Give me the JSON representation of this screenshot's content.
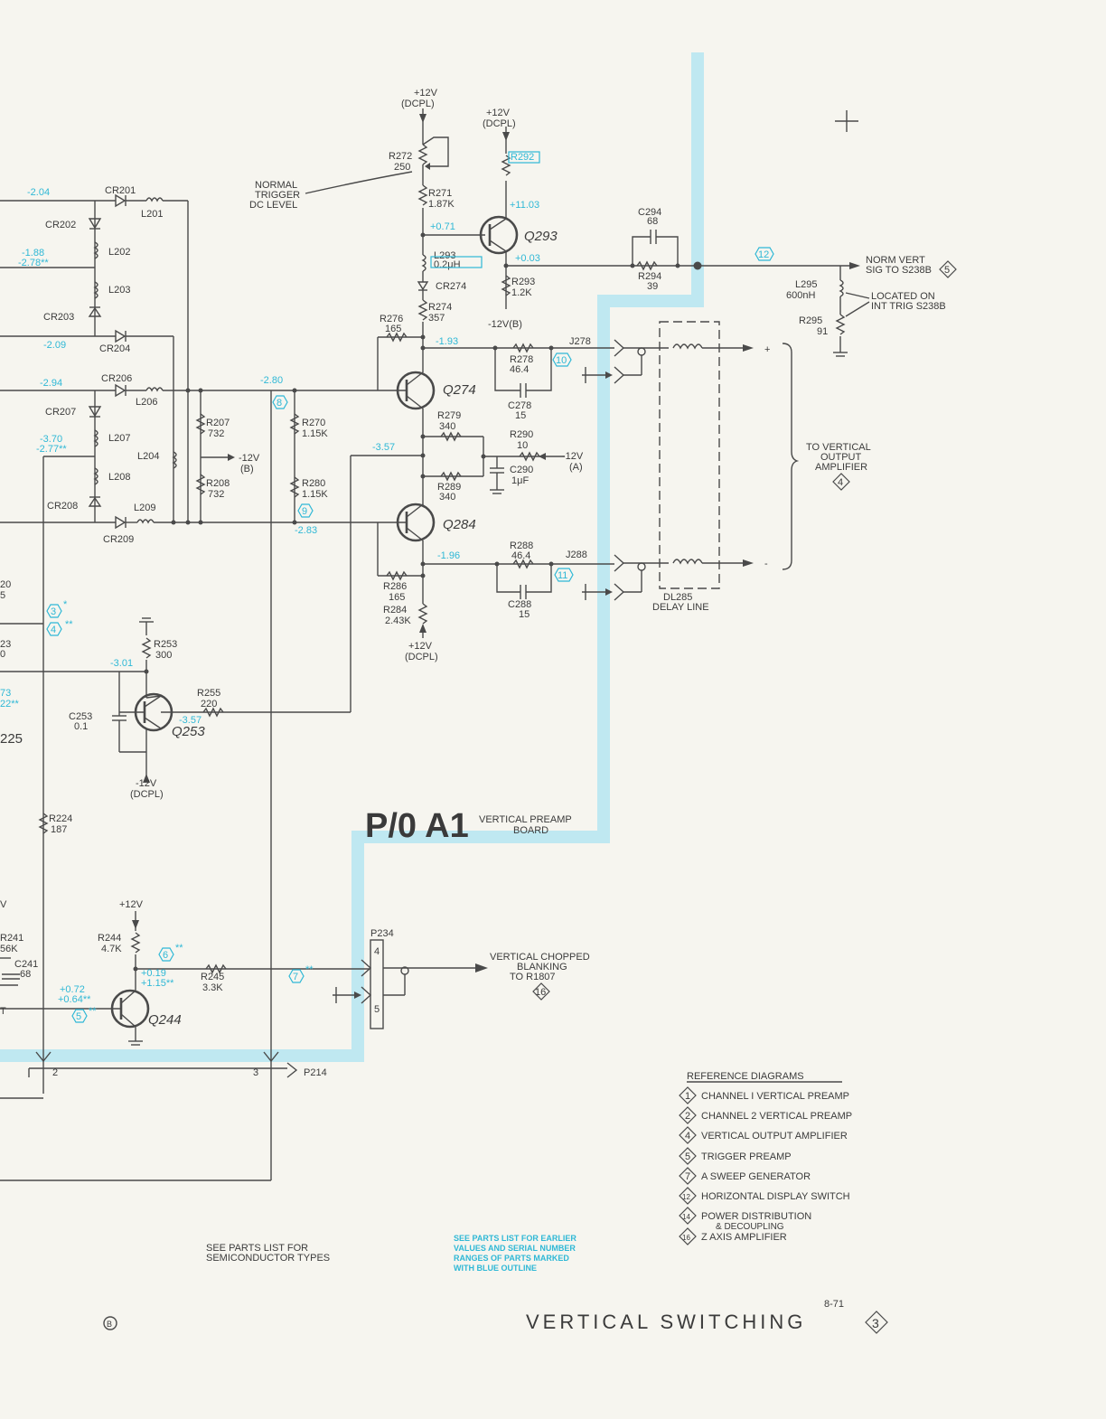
{
  "title": {
    "main": "VERTICAL  SWITCHING",
    "diagram_no": "3",
    "date": "8-71"
  },
  "board": {
    "tag": "P/0 A1",
    "name_line1": "VERTICAL  PREAMP",
    "name_line2": "BOARD"
  },
  "supplies": {
    "top_r272": [
      "+12V",
      "(DCPL)"
    ],
    "top_r292": [
      "+12V",
      "(DCPL)"
    ],
    "q293_emitter": "-12V(B)",
    "r207": [
      "-12V",
      "(B)"
    ],
    "r290": [
      "-12V",
      "(A)"
    ],
    "r284": [
      "+12V",
      "(DCPL)"
    ],
    "q253": [
      "-12V",
      "(DCPL)"
    ],
    "r244": "+12V"
  },
  "labels": {
    "normal_trigger": [
      "NORMAL",
      "TRIGGER",
      "DC LEVEL"
    ],
    "norm_vert": [
      "NORM  VERT",
      "SIG TO S238B"
    ],
    "located_on": [
      "LOCATED  ON",
      "INT  TRIG  S238B"
    ],
    "to_vert_out": [
      "TO  VERTICAL",
      "OUTPUT",
      "AMPLIFIER"
    ],
    "delay_line": [
      "DL285",
      "DELAY  LINE"
    ],
    "chopped": [
      "VERTICAL  CHOPPED",
      "BLANKING",
      "TO  R1807"
    ],
    "see_parts": [
      "SEE  PARTS  LIST  FOR",
      "SEMICONDUCTOR  TYPES"
    ],
    "blue_note": [
      "SEE PARTS LIST FOR EARLIER",
      "VALUES AND SERIAL NUMBER",
      "RANGES OF PARTS MARKED",
      "WITH BLUE OUTLINE"
    ],
    "page_mark": "B"
  },
  "components": {
    "cr201": "CR201",
    "l201": "L201",
    "cr202": "CR202",
    "l202": "L202",
    "l203": "L203",
    "cr203": "CR203",
    "cr204": "CR204",
    "cr206": "CR206",
    "l206": "L206",
    "cr207": "CR207",
    "l207": "L207",
    "l204": "L204",
    "l208": "L208",
    "cr208": "CR208",
    "l209": "L209",
    "cr209": "CR209",
    "r207": [
      "R207",
      "732"
    ],
    "r208": [
      "R208",
      "732"
    ],
    "r270": [
      "R270",
      "1.15K"
    ],
    "r280": [
      "R280",
      "1.15K"
    ],
    "r272": [
      "R272",
      "250"
    ],
    "r271": [
      "R271",
      "1.87K"
    ],
    "l293": [
      "L293",
      "0.2μH"
    ],
    "cr274": "CR274",
    "r274": [
      "R274",
      "357"
    ],
    "r276": [
      "R276",
      "165"
    ],
    "r292": "R292",
    "q293": "Q293",
    "r293": [
      "R293",
      "1.2K"
    ],
    "c294": [
      "C294",
      "68"
    ],
    "r294": [
      "R294",
      "39"
    ],
    "l295": [
      "L295",
      "600nH"
    ],
    "r295": [
      "R295",
      "91"
    ],
    "q274": "Q274",
    "r278": [
      "R278",
      "46.4"
    ],
    "j278": "J278",
    "c278": [
      "C278",
      "15"
    ],
    "r279": [
      "R279",
      "340"
    ],
    "r290": [
      "R290",
      "10"
    ],
    "c290": [
      "C290",
      "1μF"
    ],
    "r289": [
      "R289",
      "340"
    ],
    "q284": "Q284",
    "r288": [
      "R288",
      "46.4"
    ],
    "j288": "J288",
    "c288": [
      "C288",
      "15"
    ],
    "r286": [
      "R286",
      "165"
    ],
    "r284": [
      "R284",
      "2.43K"
    ],
    "r253": [
      "R253",
      "300"
    ],
    "r255": [
      "R255",
      "220"
    ],
    "c253": [
      "C253",
      "0.1"
    ],
    "q253": "Q253",
    "r224": [
      "R224",
      "187"
    ],
    "r244": [
      "R244",
      "4.7K"
    ],
    "r245": [
      "R245",
      "3.3K"
    ],
    "q244": "Q244",
    "r241": [
      "R241",
      "56K"
    ],
    "c241": [
      "C241",
      "68"
    ],
    "p234": "P234",
    "p234_pins": [
      "4",
      "5"
    ],
    "p214": "P214",
    "p214_pins": [
      "2",
      "3"
    ],
    "edge_225": "225",
    "edge_20": "20",
    "edge_5": "5",
    "edge_23": "23",
    "edge_0": "0",
    "edge_73": "73",
    "edge_22": "22**",
    "edge_v": "V",
    "edge_t": "T"
  },
  "voltages": {
    "v1": "-2.04",
    "v2a": "-1.88",
    "v2b": "-2.78**",
    "v3": "-2.09",
    "v4": "-2.94",
    "v5a": "-3.70",
    "v5b": "-2.77**",
    "v6": "-2.80",
    "v7": "+0.71",
    "v8": "+11.03",
    "v9": "+0.03",
    "v10": "-1.93",
    "v11": "-3.57",
    "v12": "-1.96",
    "v13": "-2.83",
    "v14": "-3.01",
    "v15": "-3.57",
    "v16a": "+0.19",
    "v16b": "+1.15**",
    "v17a": "+0.72",
    "v17b": "+0.64**"
  },
  "test_points": {
    "tp8": "8",
    "tp9": "9",
    "tp10": "10",
    "tp11": "11",
    "tp12": "12",
    "tp3": "3",
    "tp3s": "*",
    "tp4": "4",
    "tp4s": "**",
    "tp6": "6",
    "tp6s": "**",
    "tp7": "7",
    "tp7s": "**",
    "tp5": "5",
    "tp5s": "**"
  },
  "offpage": {
    "d5": "5",
    "d4": "4",
    "d16": "16"
  },
  "polarity": {
    "plus": "+",
    "minus": "-"
  },
  "reference": {
    "heading": "REFERENCE   DIAGRAMS",
    "items": [
      {
        "num": "1",
        "text": "CHANNEL  I  VERTICAL  PREAMP"
      },
      {
        "num": "2",
        "text": "CHANNEL  2  VERTICAL  PREAMP"
      },
      {
        "num": "4",
        "text": "VERTICAL   OUTPUT   AMPLIFIER"
      },
      {
        "num": "5",
        "text": "TRIGGER  PREAMP"
      },
      {
        "num": "7",
        "text": "A  SWEEP  GENERATOR"
      },
      {
        "num": "12",
        "text": "HORIZONTAL  DISPLAY  SWITCH"
      },
      {
        "num": "14",
        "text": "POWER  DISTRIBUTION"
      },
      {
        "num": "",
        "text": "& DECOUPLING"
      },
      {
        "num": "16",
        "text": "Z  AXIS  AMPLIFIER"
      }
    ]
  },
  "colors": {
    "ink": "#4a4a4a",
    "accent": "#2fb8d6",
    "band": "#bfe8f1",
    "paper": "#f6f5ef"
  }
}
